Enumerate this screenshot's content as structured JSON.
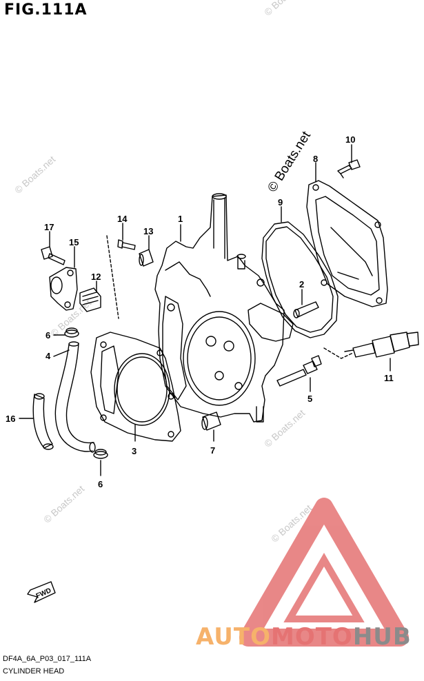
{
  "figure": {
    "title": "FIG.111A",
    "code": "DF4A_6A_P03_017_111A",
    "name": "CYLINDER HEAD",
    "fwd_label": "FWD"
  },
  "watermark": {
    "text": "© Boats.net"
  },
  "brand": {
    "part1": "AUTO",
    "part2": "MOTO",
    "part3": "HUB",
    "colors": {
      "auto": "#f6b26b",
      "moto": "#e57373",
      "hub": "#8b8b8b",
      "triangle": "#e57373"
    }
  },
  "callouts": [
    {
      "id": "c1",
      "label": "1"
    },
    {
      "id": "c2",
      "label": "2"
    },
    {
      "id": "c3",
      "label": "3"
    },
    {
      "id": "c4",
      "label": "4"
    },
    {
      "id": "c5",
      "label": "5"
    },
    {
      "id": "c6a",
      "label": "6"
    },
    {
      "id": "c6b",
      "label": "6"
    },
    {
      "id": "c7",
      "label": "7"
    },
    {
      "id": "c8",
      "label": "8"
    },
    {
      "id": "c9",
      "label": "9"
    },
    {
      "id": "c10",
      "label": "10"
    },
    {
      "id": "c11",
      "label": "11"
    },
    {
      "id": "c12",
      "label": "12"
    },
    {
      "id": "c13",
      "label": "13"
    },
    {
      "id": "c14",
      "label": "14"
    },
    {
      "id": "c15",
      "label": "15"
    },
    {
      "id": "c16",
      "label": "16"
    },
    {
      "id": "c17",
      "label": "17"
    }
  ]
}
